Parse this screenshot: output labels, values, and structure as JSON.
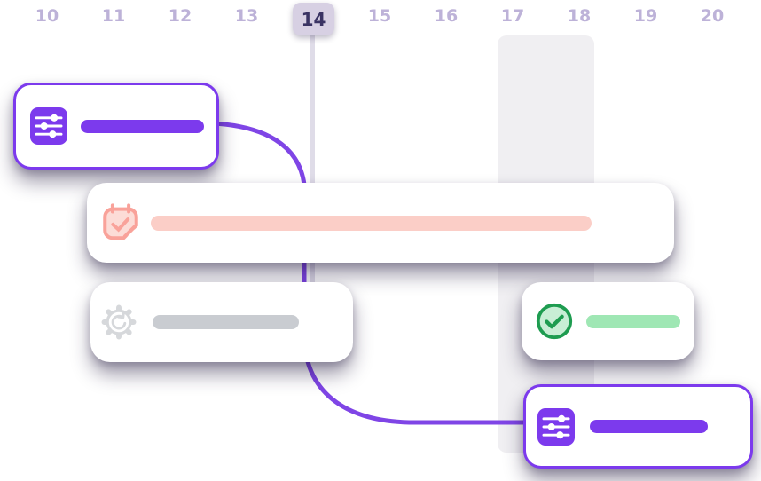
{
  "timeline": {
    "days_before": [
      "10",
      "11",
      "12",
      "13"
    ],
    "highlighted_day": "14",
    "days_after": [
      "15",
      "16",
      "17",
      "18",
      "19",
      "20"
    ]
  },
  "cards": [
    {
      "id": "task-purple-top",
      "icon": "sliders-icon",
      "bar_color": "#7C3AED",
      "border_color": "#7C3AED"
    },
    {
      "id": "task-pink-wide",
      "icon": "calendar-check-icon",
      "bar_color": "#FBCEC7",
      "icon_color": "#F9A29A"
    },
    {
      "id": "task-gray",
      "icon": "gear-sync-icon",
      "bar_color": "#C9CCD1",
      "icon_color": "#D6D8DB"
    },
    {
      "id": "task-green-done",
      "icon": "check-circle-icon",
      "bar_color": "#9FE7B4",
      "icon_color": "#1E9C50"
    },
    {
      "id": "task-purple-bottom",
      "icon": "sliders-icon",
      "bar_color": "#7C3AED",
      "border_color": "#7C3AED"
    }
  ],
  "colors": {
    "accent_purple": "#7C3AED",
    "connector_purple": "#7F45E6",
    "connector_green": "#2FA55D",
    "day_label": "#BDB2D8",
    "day_marker_bg": "#D7D0E3",
    "day_marker_text": "#3A3363",
    "gridline": "#DFDCE8",
    "weekend_column": "#F0EFF2",
    "task_pink": "#FBCEC7",
    "icon_salmon": "#F9A29A",
    "task_gray": "#C9CCD1",
    "icon_gray": "#D6D8DB",
    "task_green": "#9FE7B4",
    "icon_green": "#1E9C50"
  }
}
